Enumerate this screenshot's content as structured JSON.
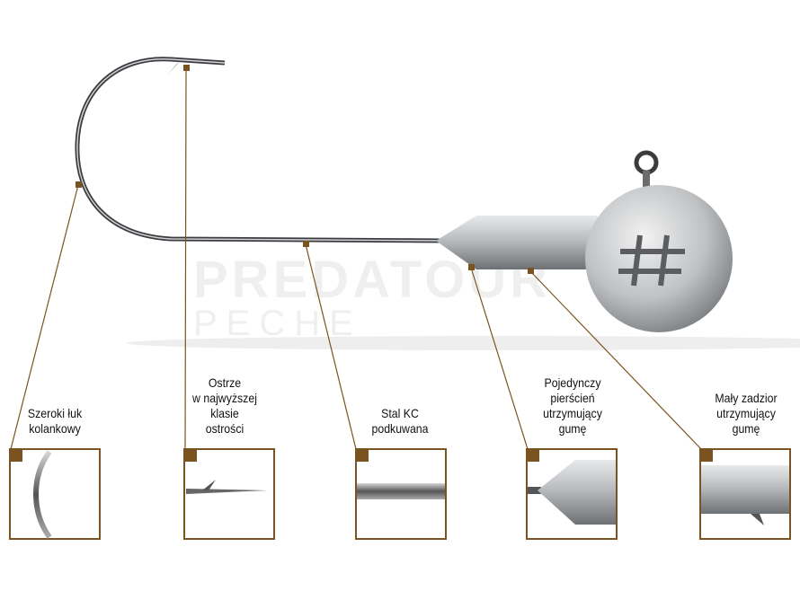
{
  "watermark": {
    "line1": "PREDATOUR",
    "line2": "PECHE"
  },
  "callouts": [
    {
      "id": "bend",
      "lines": [
        "Szeroki łuk",
        "kolankowy"
      ]
    },
    {
      "id": "point",
      "lines": [
        "Ostrze",
        "w najwyższej",
        "klasie",
        "ostrości"
      ]
    },
    {
      "id": "shank",
      "lines": [
        "Stal KC",
        "podkuwana"
      ]
    },
    {
      "id": "ring",
      "lines": [
        "Pojedynczy",
        "pierścień",
        "utrzymujący",
        "gumę"
      ]
    },
    {
      "id": "barb",
      "lines": [
        "Mały zadzior",
        "utrzymujący",
        "gumę"
      ]
    }
  ],
  "colors": {
    "accent": "#7a5420",
    "steel": "#8a8d90"
  }
}
